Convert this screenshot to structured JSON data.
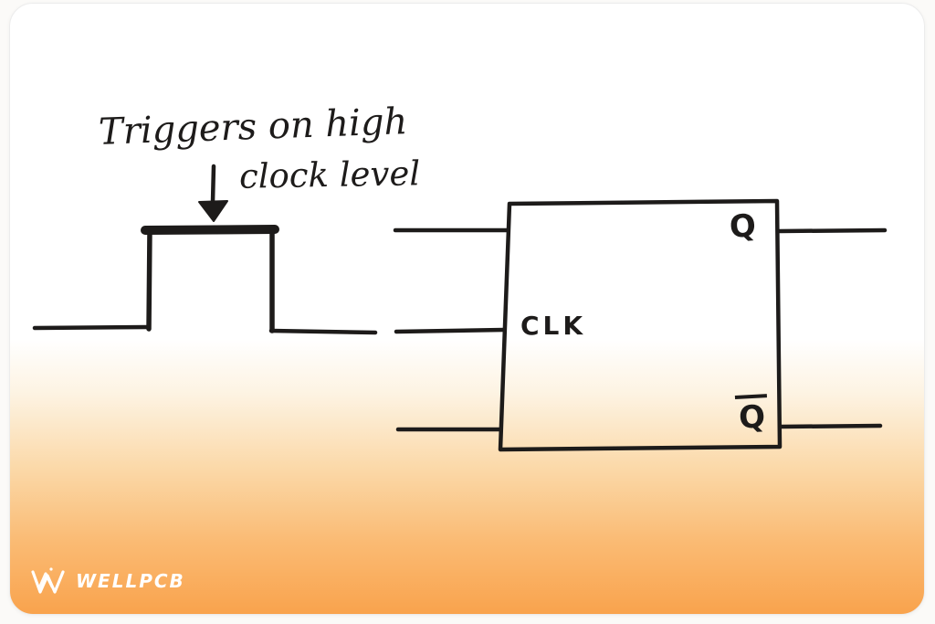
{
  "annotation": {
    "line1": "Triggers on high",
    "line2": "clock level"
  },
  "flipflop": {
    "clk_label": "CLK",
    "q_label": "Q",
    "qbar_label": "Q"
  },
  "logo": {
    "text": "WELLPCB"
  },
  "colors": {
    "ink": "#1d1b1a",
    "card_top": "#ffffff",
    "card_bottom": "#f9a34d",
    "page_background": "#fbfaf8",
    "logo_text": "#ffffff"
  }
}
